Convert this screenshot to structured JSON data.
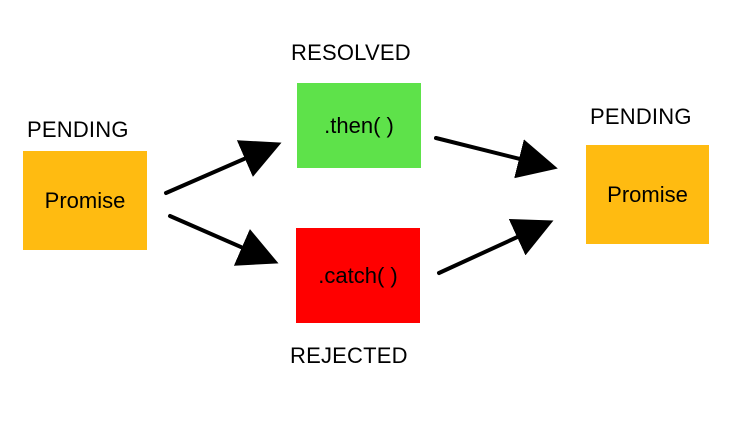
{
  "diagram": {
    "states": {
      "pending_left": "PENDING",
      "resolved": "RESOLVED",
      "rejected": "REJECTED",
      "pending_right": "PENDING"
    },
    "nodes": {
      "promise_left": "Promise",
      "then": ".then( )",
      "catch": ".catch( )",
      "promise_right": "Promise"
    },
    "colors": {
      "promise": "#ffbb11",
      "resolved": "#5ee24a",
      "rejected": "#ff0000",
      "arrow": "#000000"
    }
  }
}
